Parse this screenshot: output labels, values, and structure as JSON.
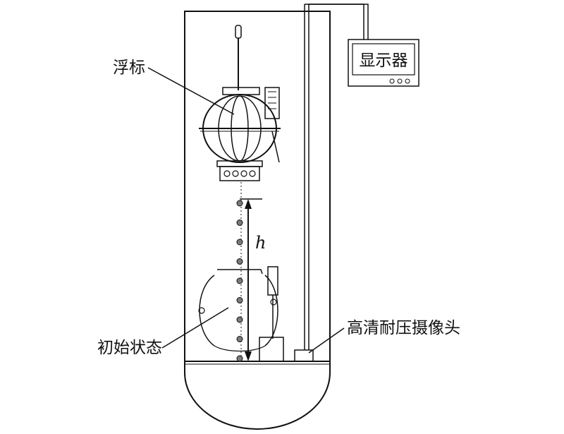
{
  "labels": {
    "float": "浮标",
    "display": "显示器",
    "height": "h",
    "initial_state": "初始状态",
    "camera": "高清耐压摄像头"
  },
  "colors": {
    "stroke": "#111111",
    "background": "#ffffff",
    "marker": "#7a7a7a"
  },
  "diagram": {
    "marker_count": 9
  }
}
